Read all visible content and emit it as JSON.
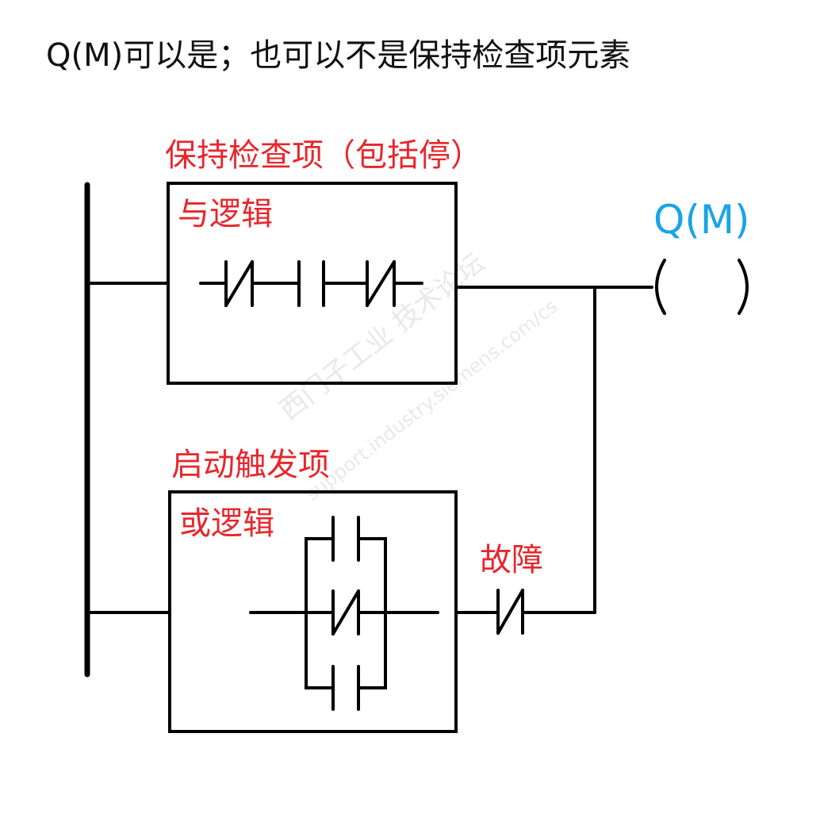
{
  "title": "Q(M)可以是；也可以不是保持检查项元素",
  "hold_block": {
    "label": "保持检查项（包括停）",
    "logic": "与逻辑"
  },
  "start_block": {
    "label": "启动触发项",
    "logic": "或逻辑"
  },
  "fault_label": "故障",
  "coil_label": "Q(M)",
  "watermark": {
    "text": "西门子工业 技术论坛",
    "url": "support.industry.siemens.com/cs"
  },
  "colors": {
    "label": "#e8262c",
    "coil": "#1aa3e8",
    "lines": "#000000"
  }
}
